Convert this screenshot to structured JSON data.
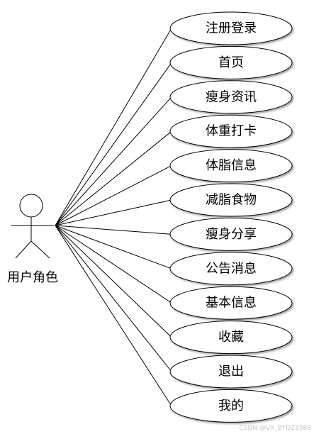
{
  "actor": {
    "label": "用户角色"
  },
  "use_cases": [
    {
      "label": "注册登录"
    },
    {
      "label": "首页"
    },
    {
      "label": "瘦身资讯"
    },
    {
      "label": "体重打卡"
    },
    {
      "label": "体脂信息"
    },
    {
      "label": "减脂食物"
    },
    {
      "label": "瘦身分享"
    },
    {
      "label": "公告消息"
    },
    {
      "label": "基本信息"
    },
    {
      "label": "收藏"
    },
    {
      "label": "退出"
    },
    {
      "label": "我的"
    }
  ],
  "watermark": "CSDN @VX_BYDZ1988"
}
